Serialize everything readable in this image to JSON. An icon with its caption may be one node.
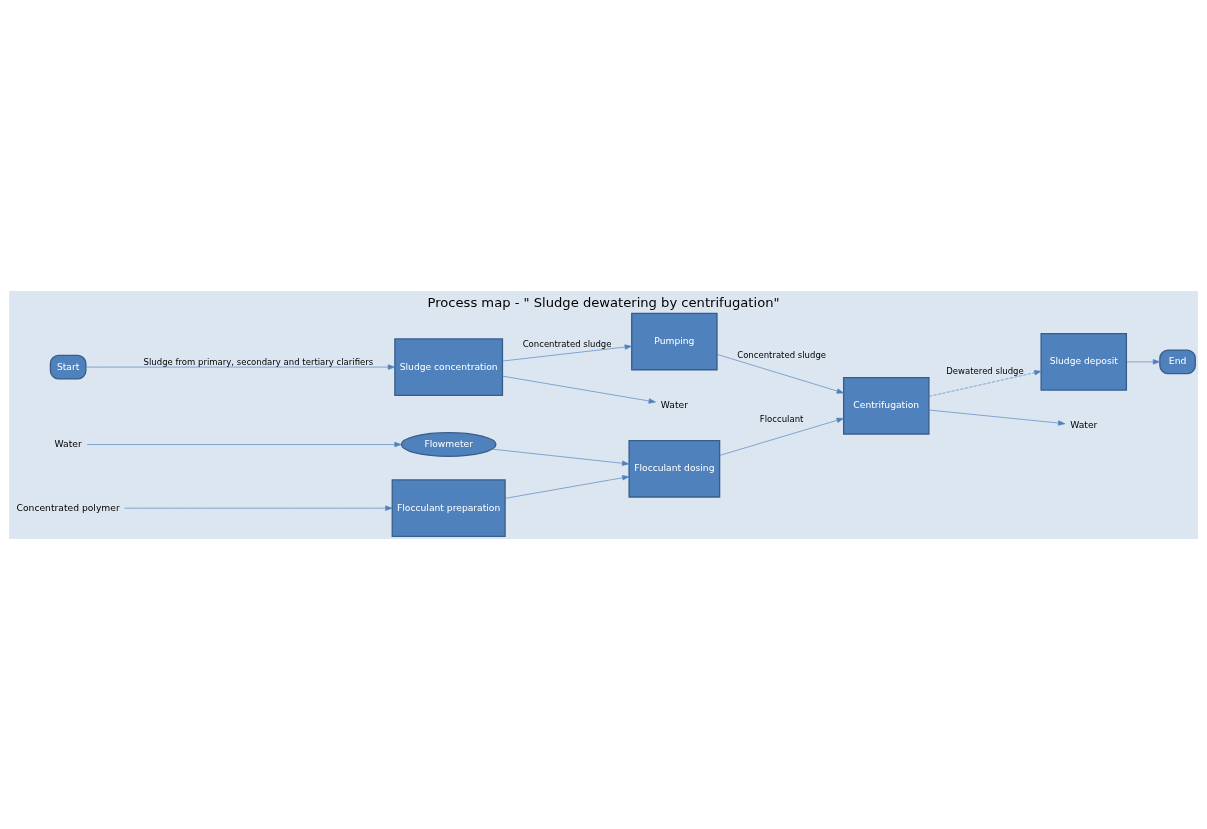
{
  "diagram": {
    "title": "Process map - \" Sludge dewatering by centrifugation\"",
    "nodes": [
      {
        "text": [
          "Start"
        ]
      },
      {
        "text": [
          "Sludge concentration"
        ]
      },
      {
        "text": [
          "Pumping"
        ]
      },
      {
        "text": [
          "Centrifugation"
        ]
      },
      {
        "text": [
          "Flowmeter"
        ]
      },
      {
        "text": [
          "Flocculant dosing"
        ]
      },
      {
        "text": [
          "Flocculant preparation"
        ]
      },
      {
        "text": [
          "Sludge deposit"
        ]
      },
      {
        "text": [
          "End"
        ]
      },
      {
        "text": [
          "Water"
        ]
      },
      {
        "text": [
          "Water"
        ]
      },
      {
        "text": [
          "Concentrated polymer"
        ]
      },
      {
        "text": [
          "Water"
        ]
      }
    ],
    "edges": [
      {
        "from": 0,
        "to": 1,
        "arrow": "to",
        "label": "Sludge from primary, secondary and tertiary clarifiers"
      },
      {
        "from": 1,
        "to": 2,
        "arrow": "to",
        "label": "Concentrated sludge"
      },
      {
        "from": 2,
        "to": 3,
        "arrow": "to",
        "label": "Concentrated sludge"
      },
      {
        "from": 1,
        "to": 9,
        "arrow": "to"
      },
      {
        "from": 10,
        "to": 4,
        "arrow": "to"
      },
      {
        "from": 4,
        "to": 5,
        "arrow": "to"
      },
      {
        "from": 11,
        "to": 6,
        "arrow": "to"
      },
      {
        "from": 6,
        "to": 5,
        "arrow": "to"
      },
      {
        "from": 5,
        "to": 3,
        "arrow": "to",
        "label": "Flocculant"
      },
      {
        "from": 3,
        "to": 12,
        "arrow": "to"
      },
      {
        "from": 3,
        "to": 7,
        "arrow": "to",
        "style": "dashed",
        "label": "Dewatered sludge"
      },
      {
        "from": 7,
        "to": 8,
        "arrow": "to"
      }
    ]
  }
}
